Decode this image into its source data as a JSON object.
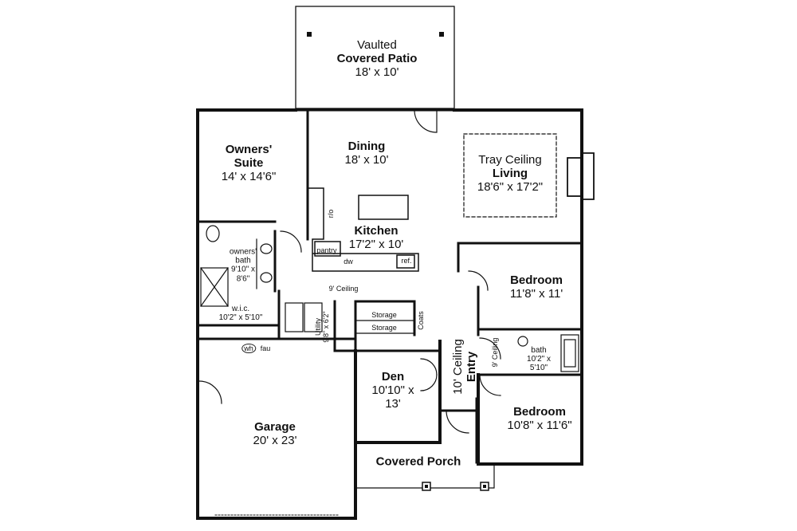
{
  "rooms": {
    "patio": {
      "line1": "Vaulted",
      "name": "Covered Patio",
      "dims": "18' x 10'"
    },
    "dining": {
      "name": "Dining",
      "dims": "18' x 10'"
    },
    "living": {
      "tray": "Tray Ceiling",
      "name": "Living",
      "dims": "18'6\" x 17'2\""
    },
    "owners_suite": {
      "name_line1": "Owners'",
      "name_line2": "Suite",
      "dims": "14' x 14'6\""
    },
    "kitchen": {
      "name": "Kitchen",
      "dims": "17'2\" x 10'"
    },
    "owners_bath": {
      "line1": "owners'",
      "line2": "bath",
      "line3": "9'10\" x",
      "line4": "8'6\""
    },
    "wic": {
      "name": "w.i.c.",
      "dims": "10'2\" x 5'10\""
    },
    "bedroom1": {
      "name": "Bedroom",
      "dims": "11'8\" x 11'"
    },
    "bath": {
      "name": "bath",
      "dims1": "10'2\" x",
      "dims2": "5'10\""
    },
    "den": {
      "name": "Den",
      "dims1": "10'10\" x",
      "dims2": "13'"
    },
    "entry": {
      "ceiling": "10' Ceiling",
      "name": "Entry"
    },
    "bedroom2": {
      "name": "Bedroom",
      "dims": "10'8\" x 11'6\""
    },
    "garage": {
      "name": "Garage",
      "dims": "20' x 23'"
    },
    "porch": {
      "name": "Covered Porch"
    },
    "utility": {
      "name": "Utility",
      "dims": "9'8\" x 6'2\""
    }
  },
  "fixtures": {
    "pantry": "pantry",
    "dw": "dw",
    "ref": "ref.",
    "ro": "r/o",
    "storage1": "Storage",
    "storage2": "Storage",
    "coats": "Coats",
    "wh": "wh",
    "fau": "fau"
  },
  "notes": {
    "hall_ceiling": "9' Ceiling",
    "bed_hall_ceiling": "9' Ceiling"
  }
}
